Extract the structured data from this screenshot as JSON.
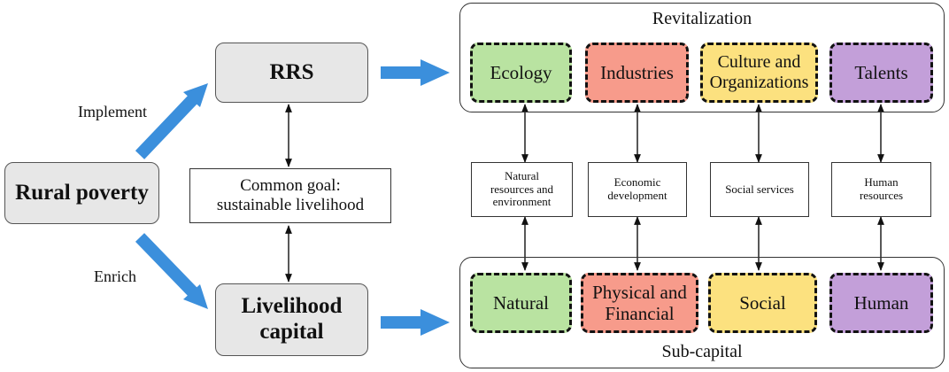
{
  "left": {
    "rural_poverty": "Rural poverty",
    "implement": "Implement",
    "enrich": "Enrich"
  },
  "center": {
    "rrs": "RRS",
    "common_goal_line1": "Common goal:",
    "common_goal_line2": "sustainable livelihood",
    "livelihood_line1": "Livelihood",
    "livelihood_line2": "capital"
  },
  "revitalization": {
    "title": "Revitalization",
    "items": [
      {
        "line1": "Ecology",
        "line2": "",
        "color": "#b9e3a1"
      },
      {
        "line1": "Industries",
        "line2": "",
        "color": "#f79b8b"
      },
      {
        "line1": "Culture and",
        "line2": "Organizations",
        "color": "#fce17f"
      },
      {
        "line1": "Talents",
        "line2": "",
        "color": "#c39fd9"
      }
    ]
  },
  "links": [
    {
      "line1": "Natural",
      "line2": "resources and",
      "line3": "environment"
    },
    {
      "line1": "Economic",
      "line2": "development",
      "line3": ""
    },
    {
      "line1": "Social services",
      "line2": "",
      "line3": ""
    },
    {
      "line1": "Human",
      "line2": "resources",
      "line3": ""
    }
  ],
  "subcapital": {
    "title": "Sub-capital",
    "items": [
      {
        "line1": "Natural",
        "line2": "",
        "color": "#b9e3a1"
      },
      {
        "line1": "Physical and",
        "line2": "Financial",
        "color": "#f79b8b"
      },
      {
        "line1": "Social",
        "line2": "",
        "color": "#fce17f"
      },
      {
        "line1": "Human",
        "line2": "",
        "color": "#c39fd9"
      }
    ]
  },
  "colors": {
    "arrow_blue": "#3b8fdc",
    "box_grey": "#e7e7e7"
  }
}
